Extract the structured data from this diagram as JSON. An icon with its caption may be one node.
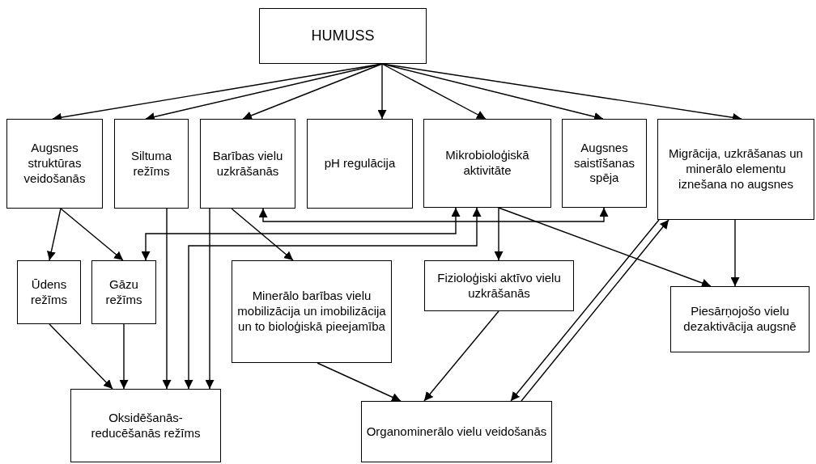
{
  "diagram": {
    "nodes": [
      {
        "text": [
          "HUMUSS"
        ]
      },
      {
        "text": [
          "Augsnes struktūras veidošanās"
        ]
      },
      {
        "text": [
          "Siltuma režīms"
        ]
      },
      {
        "text": [
          "Barības vielu uzkrāšanās"
        ]
      },
      {
        "text": [
          "pH regulācija"
        ]
      },
      {
        "text": [
          "Mikrobioloģiskā aktivitāte"
        ]
      },
      {
        "text": [
          "Augsnes saistīšanas spēja"
        ]
      },
      {
        "text": [
          "Migrācija, uzkrāšanas un minerālo elementu iznešana no augsnes"
        ]
      },
      {
        "text": [
          "Ūdens režīms"
        ]
      },
      {
        "text": [
          "Gāzu režīms"
        ]
      },
      {
        "text": [
          "Minerālo barības vielu mobilizācija un imobilizācija un to bioloģiskā pieejamība"
        ]
      },
      {
        "text": [
          "Fizioloģiski aktīvo vielu uzkrāšanās"
        ]
      },
      {
        "text": [
          "Piesārņojošo vielu dezaktivācija augsnē"
        ]
      },
      {
        "text": [
          "Oksidēšanās-reducēšanās režīms"
        ]
      },
      {
        "text": [
          "Organominerālo vielu veidošanās"
        ]
      }
    ],
    "edges": [
      {
        "from": 0,
        "to": 1,
        "arrow": "to"
      },
      {
        "from": 0,
        "to": 2,
        "arrow": "to"
      },
      {
        "from": 0,
        "to": 3,
        "arrow": "to"
      },
      {
        "from": 0,
        "to": 4,
        "arrow": "to"
      },
      {
        "from": 0,
        "to": 5,
        "arrow": "to"
      },
      {
        "from": 0,
        "to": 6,
        "arrow": "to"
      },
      {
        "from": 0,
        "to": 7,
        "arrow": "to"
      },
      {
        "from": 1,
        "to": 8,
        "arrow": "to"
      },
      {
        "from": 1,
        "to": 9,
        "arrow": "to"
      },
      {
        "from": 3,
        "to": 6,
        "arrow": "both"
      },
      {
        "from": 9,
        "to": 5,
        "arrow": "both"
      },
      {
        "from": 13,
        "to": 5,
        "arrow": "both"
      },
      {
        "from": 2,
        "to": 13,
        "arrow": "to"
      },
      {
        "from": 3,
        "to": 13,
        "arrow": "to"
      },
      {
        "from": 3,
        "to": 10,
        "arrow": "to"
      },
      {
        "from": 5,
        "to": 11,
        "arrow": "to"
      },
      {
        "from": 5,
        "to": 12,
        "arrow": "to"
      },
      {
        "from": 7,
        "to": 12,
        "arrow": "to"
      },
      {
        "from": 8,
        "to": 13,
        "arrow": "to"
      },
      {
        "from": 9,
        "to": 13,
        "arrow": "to"
      },
      {
        "from": 10,
        "to": 14,
        "arrow": "to"
      },
      {
        "from": 11,
        "to": 14,
        "arrow": "to"
      },
      {
        "from": 7,
        "to": 14,
        "arrow": "to"
      },
      {
        "from": 14,
        "to": 7,
        "arrow": "to"
      }
    ]
  }
}
